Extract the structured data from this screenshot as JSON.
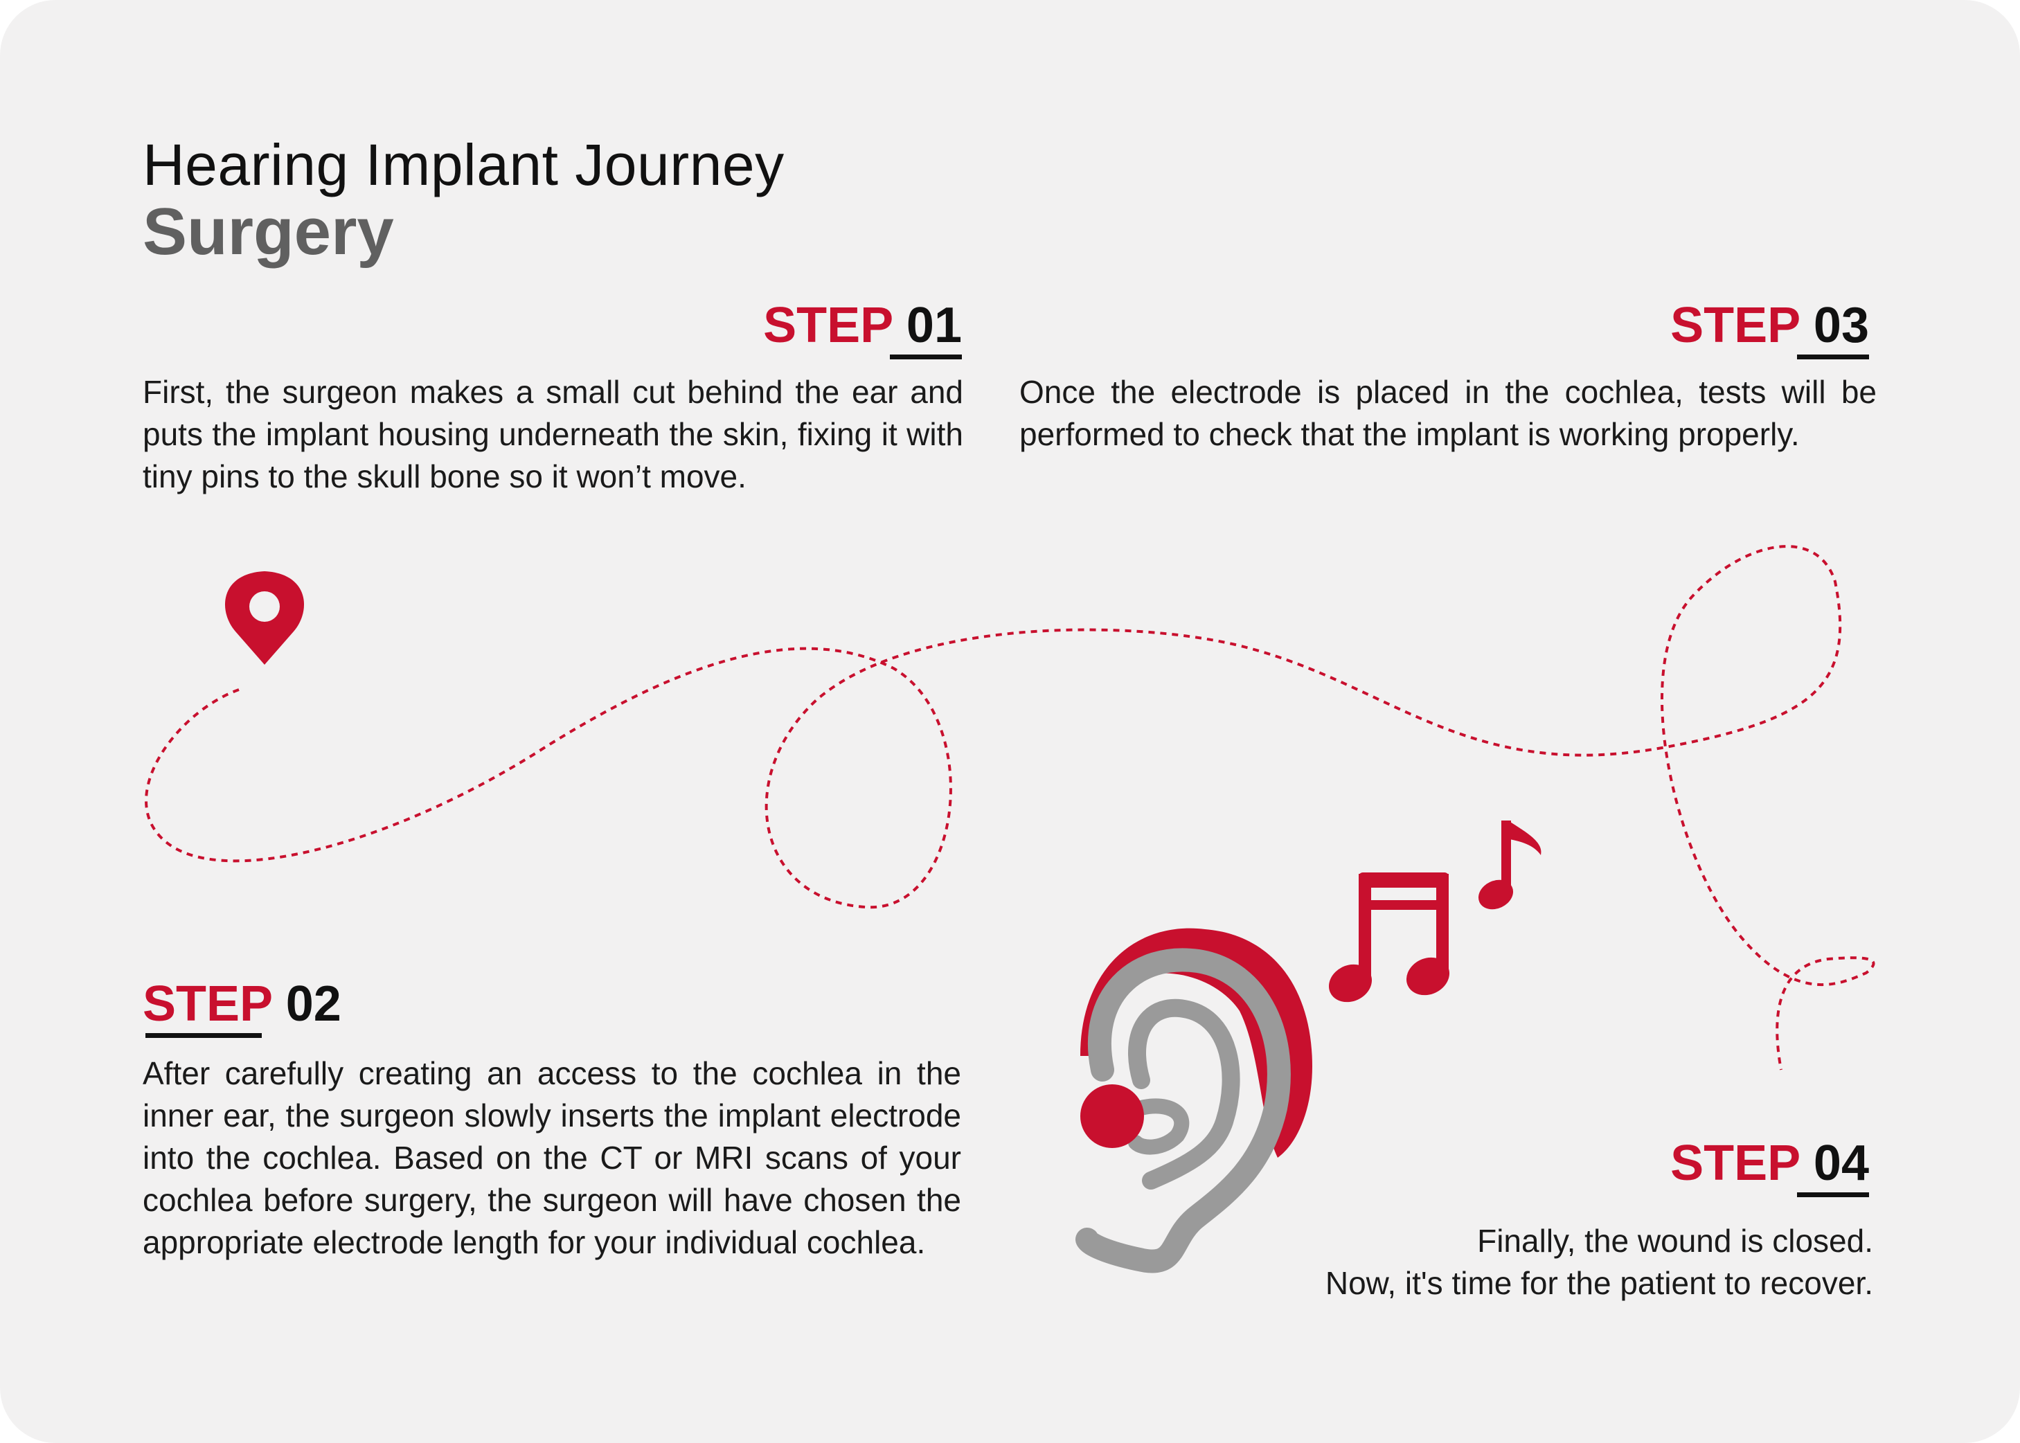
{
  "header": {
    "title": "Hearing Implant Journey",
    "subtitle": "Surgery"
  },
  "steps": [
    {
      "label": "STEP",
      "number": "01",
      "text": "First, the surgeon makes a small cut behind the ear and puts the implant housing underneath the skin, fixing it with tiny pins to the skull bone so it won’t move."
    },
    {
      "label": "STEP",
      "number": "02",
      "text": "After carefully creating an access to the cochlea in the inner ear, the surgeon slowly inserts the implant electrode into the cochlea. Based on the CT or MRI scans of your cochlea before surgery, the surgeon will have chosen the appropriate electrode length for your individual cochlea."
    },
    {
      "label": "STEP",
      "number": "03",
      "text": "Once the electrode is placed in the cochlea, tests will be performed to check that the implant is working properly."
    },
    {
      "label": "STEP",
      "number": "04",
      "text_line1": "Finally, the wound is closed.",
      "text_line2": "Now, it's time for the patient to recover."
    }
  ],
  "icons": {
    "start": "location-pin-icon",
    "ear": "ear-with-hearing-implant-icon",
    "notes": "music-notes-icon"
  },
  "colors": {
    "accent": "#c8102e",
    "text": "#111111",
    "subtitle": "#606060",
    "background": "#f2f1f1",
    "ear_gray": "#9a9a9a"
  }
}
